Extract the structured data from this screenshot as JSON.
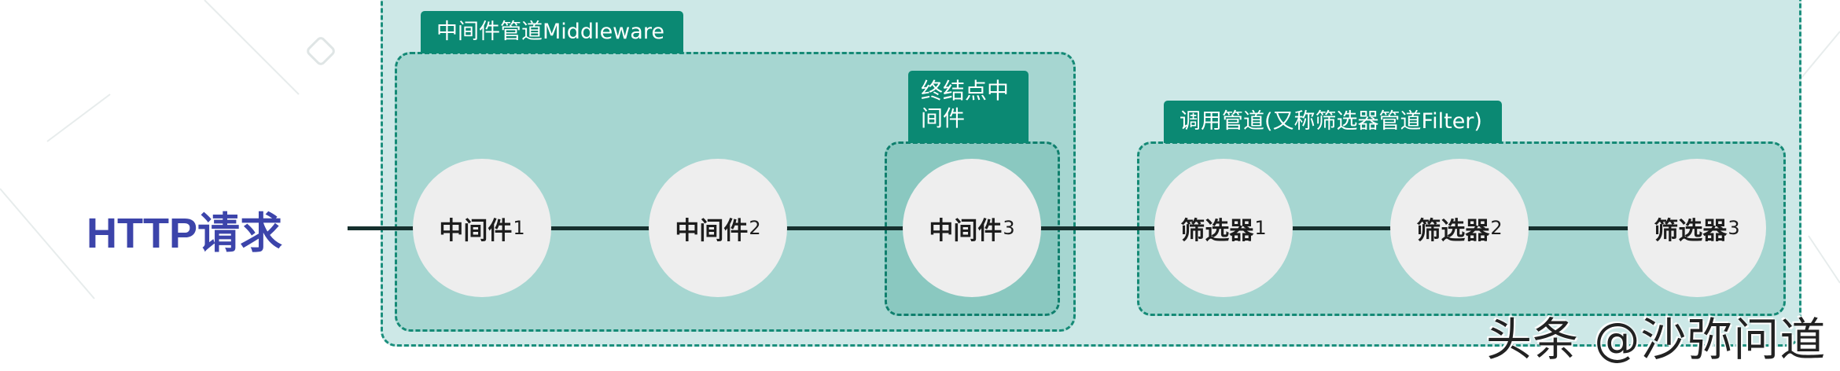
{
  "request_label": "HTTP请求",
  "pipelines": {
    "middleware": {
      "title": "中间件管道Middleware",
      "nodes": [
        {
          "label": "中间件",
          "index": "1"
        },
        {
          "label": "中间件",
          "index": "2"
        },
        {
          "label": "中间件",
          "index": "3"
        }
      ]
    },
    "endpoint": {
      "title_line1": "终结点中",
      "title_line2": "间件"
    },
    "filter": {
      "title": "调用管道(又称筛选器管道Filter)",
      "nodes": [
        {
          "label": "筛选器",
          "index": "1"
        },
        {
          "label": "筛选器",
          "index": "2"
        },
        {
          "label": "筛选器",
          "index": "3"
        }
      ]
    }
  },
  "credit": "头条 @沙弥问道",
  "colors": {
    "outer_fill": "#cde8e7",
    "pipeline_fill": "#a6d6d1",
    "endpoint_fill": "#8ac8c0",
    "tab_fill": "#0b8973",
    "node_fill": "#eeeeee",
    "request_text": "#3c44aa"
  }
}
